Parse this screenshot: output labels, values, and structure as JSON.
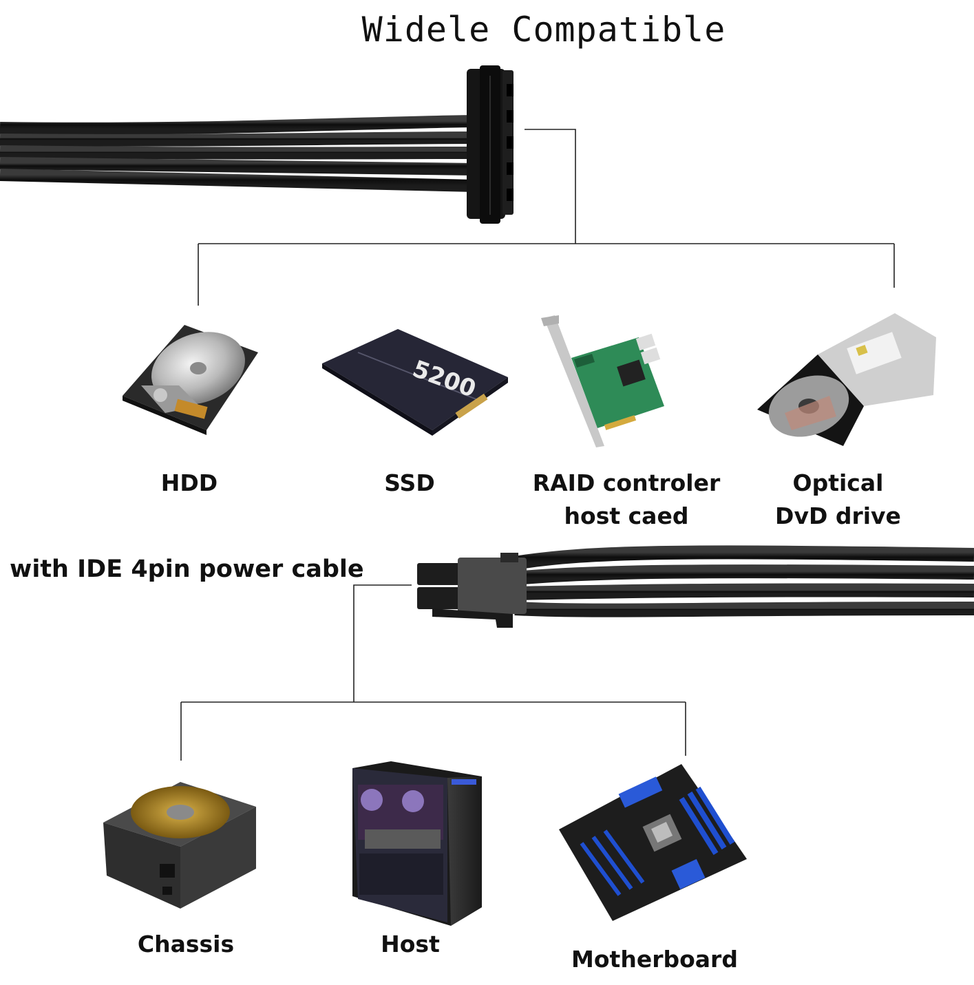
{
  "title": "Widele Compatible",
  "sata_devices": [
    {
      "label_lines": [
        "HDD"
      ],
      "icon": "hard-disk-drive-icon"
    },
    {
      "label_lines": [
        "SSD"
      ],
      "icon": "solid-state-drive-icon",
      "print": "5200"
    },
    {
      "label_lines": [
        "RAID controler",
        "host caed"
      ],
      "icon": "raid-controller-card-icon"
    },
    {
      "label_lines": [
        "Optical",
        "DvD drive"
      ],
      "icon": "optical-drive-icon"
    }
  ],
  "ide_caption": "with IDE 4pin power cable",
  "ide_devices": [
    {
      "label_lines": [
        "Chassis"
      ],
      "icon": "power-supply-icon"
    },
    {
      "label_lines": [
        "Host"
      ],
      "icon": "pc-tower-icon"
    },
    {
      "label_lines": [
        "Motherboard"
      ],
      "icon": "motherboard-icon"
    }
  ],
  "colors": {
    "background": "#ffffff",
    "cable": "#161616",
    "line": "#222222",
    "text": "#111111"
  }
}
